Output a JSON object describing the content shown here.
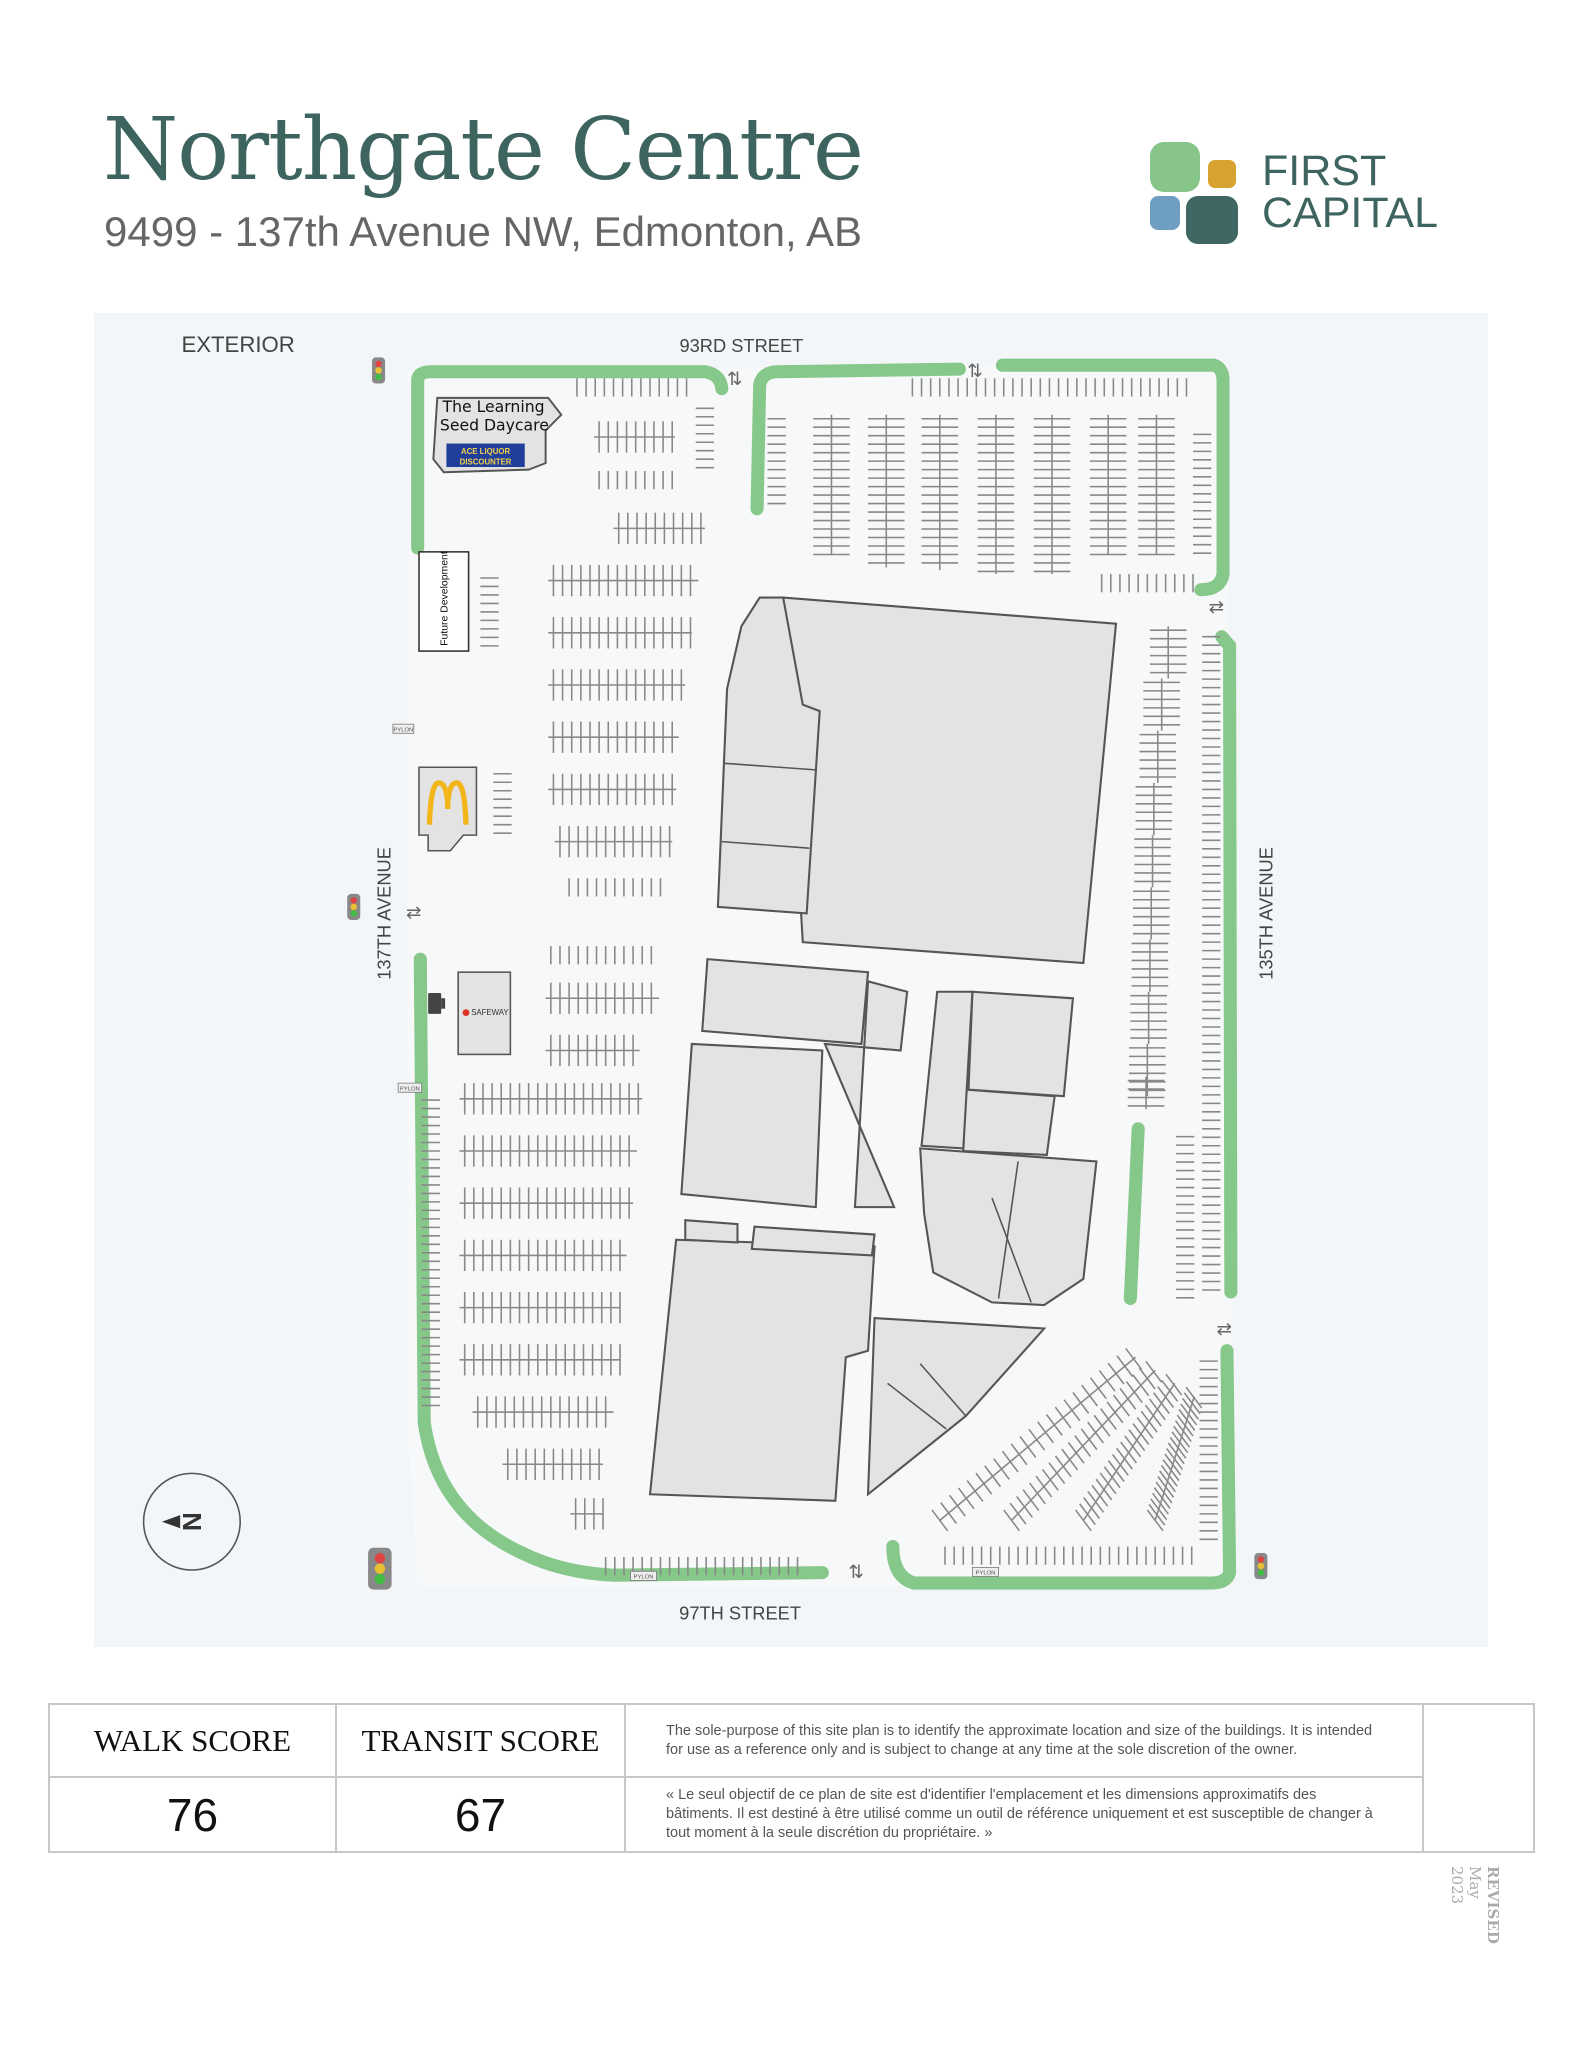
{
  "header": {
    "title": "Northgate Centre",
    "address": "9499 - 137th Avenue NW, Edmonton, AB",
    "logo": {
      "line1": "FIRST",
      "line2": "CAPITAL",
      "colors": [
        "#87c589",
        "#d7a230",
        "#6f9fc0",
        "#3f6663"
      ]
    }
  },
  "map": {
    "view_label": "EXTERIOR",
    "streets": {
      "top": "93RD STREET",
      "bottom": "97TH STREET",
      "left": "137TH AVENUE",
      "right": "135TH AVENUE"
    },
    "tenants": {
      "daycare": "The Learning Seed Daycare",
      "daycare_line1": "The Learning",
      "daycare_line2": "Seed Daycare",
      "liquor_line1": "ACE LIQUOR",
      "liquor_line2": "DISCOUNTER",
      "future": "Future Development",
      "safeway": "SAFEWAY",
      "mcdonalds_icon": "golden-arches"
    },
    "pylon_label": "PYLON",
    "compass_label": "N",
    "colors": {
      "landscape": "#86c78a",
      "building": "#e3e3e3",
      "background": "#f3f6f8",
      "outline": "#555555"
    }
  },
  "scores": {
    "walk_label": "WALK SCORE",
    "walk_value": "76",
    "transit_label": "TRANSIT SCORE",
    "transit_value": "67"
  },
  "disclaimer": {
    "en": "The sole-purpose of this site plan is to identify the approximate location and size of the buildings. It is intended for use as a reference only and is subject to change at any time at the sole discretion of the owner.",
    "fr": "« Le seul objectif de ce plan de site est d'identifier l'emplacement et les dimensions approximatifs des bâtiments. Il est destiné à être utilisé comme un outil de référence uniquement et est susceptible de changer à tout moment à la seule discrétion du propriétaire. »"
  },
  "revised": {
    "label": "REVISED",
    "month": "May",
    "year": "2023"
  }
}
